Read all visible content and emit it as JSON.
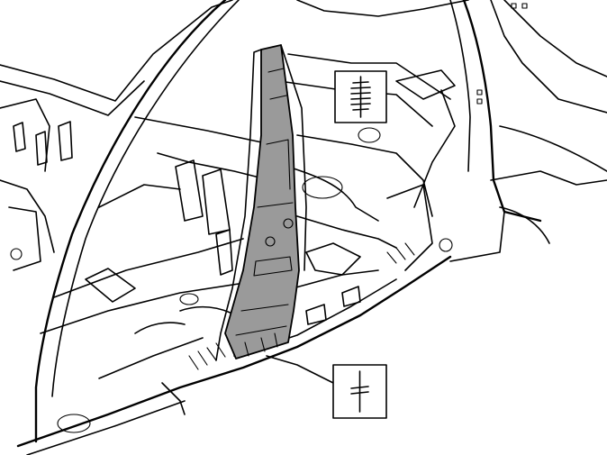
{
  "diagram": {
    "colors": {
      "line": "#000000",
      "background": "#ffffff",
      "highlighted_part": "#9a9a9a"
    },
    "highlighted_part": "b-pillar-reinforcement",
    "symbols": [
      {
        "name": "sectioning-symbol",
        "icon": "multi-cut-lines-icon"
      },
      {
        "name": "cut-location-symbol",
        "icon": "single-cut-line-icon"
      }
    ]
  }
}
